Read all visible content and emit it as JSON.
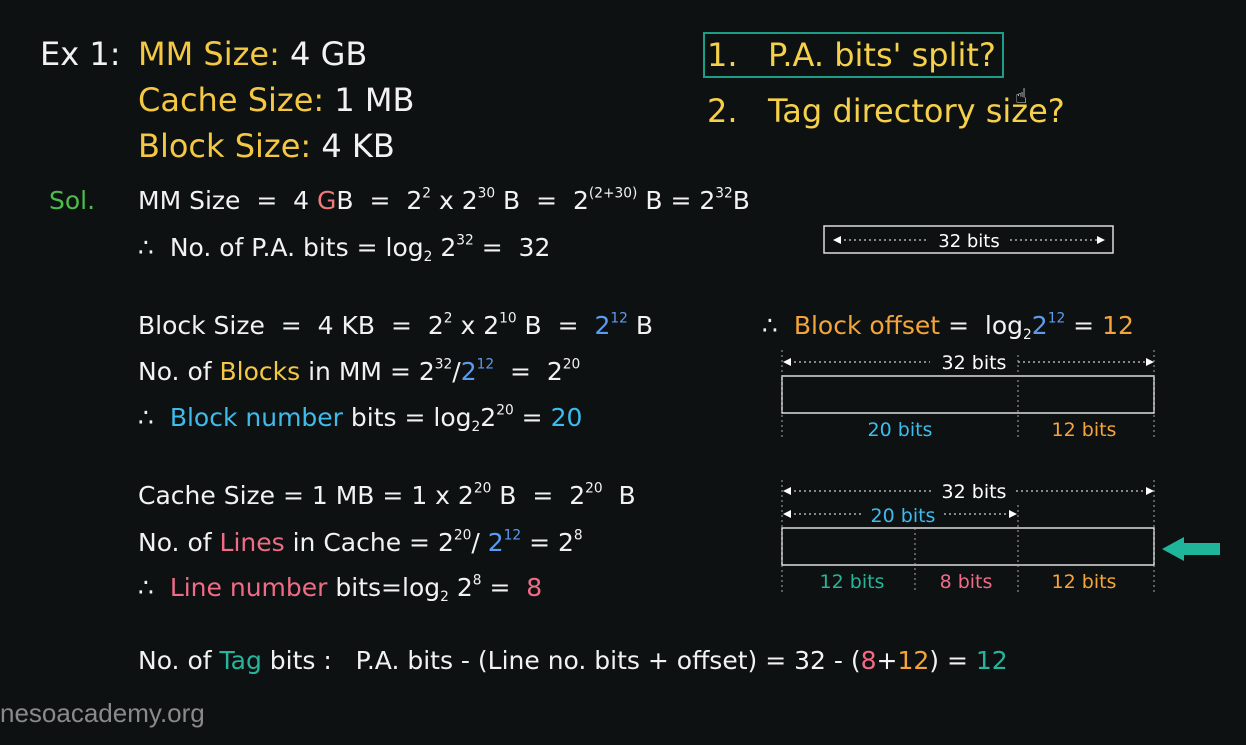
{
  "header": {
    "ex_label": "Ex 1:",
    "mm_label": "MM Size:",
    "mm_value": "4 GB",
    "cache_label": "Cache Size:",
    "cache_value": "1 MB",
    "block_label": "Block Size:",
    "block_value": "4 KB"
  },
  "questions": {
    "q1_num": "1.",
    "q1_text": "P.A. bits' split?",
    "q2_num": "2.",
    "q2_text": "Tag directory size?"
  },
  "sol_label": "Sol.",
  "common": {
    "therefore": "∴",
    "eq": "=",
    "B": "B",
    "x": "x",
    "slash": "/",
    "two": "2",
    "log": "log",
    "colon": ":",
    "e2": "2",
    "e10": "10",
    "e12": "12",
    "e20": "20",
    "e30": "30",
    "e32": "32",
    "e8": "8",
    "e2p30": "(2+30)"
  },
  "section1": {
    "l1_a": "MM Size",
    "l1_b": "4",
    "l1_gb": "G",
    "l1_b2": "B",
    "l2_a": "No. of P.A. bits",
    "l2_result": "32"
  },
  "section2": {
    "l1_a": "Block Size",
    "l1_b": "4 KB",
    "l2_a": "No. of",
    "l2_blocks": "Blocks",
    "l2_b": "in MM",
    "l3_blocknum": "Block number",
    "l3_a": "bits",
    "l3_result": "20",
    "offset_label": "Block offset",
    "offset_result": "12"
  },
  "section3": {
    "l1_a": "Cache Size",
    "l1_b": "1 MB",
    "l1_c": "1",
    "l2_a": "No. of",
    "l2_lines": "Lines",
    "l2_b": "in Cache",
    "l3_linenum": "Line number",
    "l3_a": "bits",
    "l3_result": "8"
  },
  "section4": {
    "a": "No. of",
    "tag": "Tag",
    "b": "bits :",
    "c": "P.A. bits - (Line no. bits + offset)",
    "d": "32 - (",
    "e8": "8",
    "plus": "+",
    "e12": "12",
    "close": ")",
    "result": "12"
  },
  "diagrams": {
    "d1_label": "32 bits",
    "d2_top": "32 bits",
    "d2_left": "20 bits",
    "d2_right": "12 bits",
    "d3_top": "32 bits",
    "d3_mid": "20 bits",
    "d3_a": "12 bits",
    "d3_b": "8 bits",
    "d3_c": "12 bits"
  },
  "watermark": "nesoacademy.org",
  "colors": {
    "background": "#0d1112",
    "yellow": "#f4c842",
    "blue": "#3dbcec",
    "pink": "#f06b86",
    "orange": "#f5a43a",
    "green": "#4cbd4a",
    "teal": "#26b59a",
    "arrow": "#1fb59a"
  }
}
